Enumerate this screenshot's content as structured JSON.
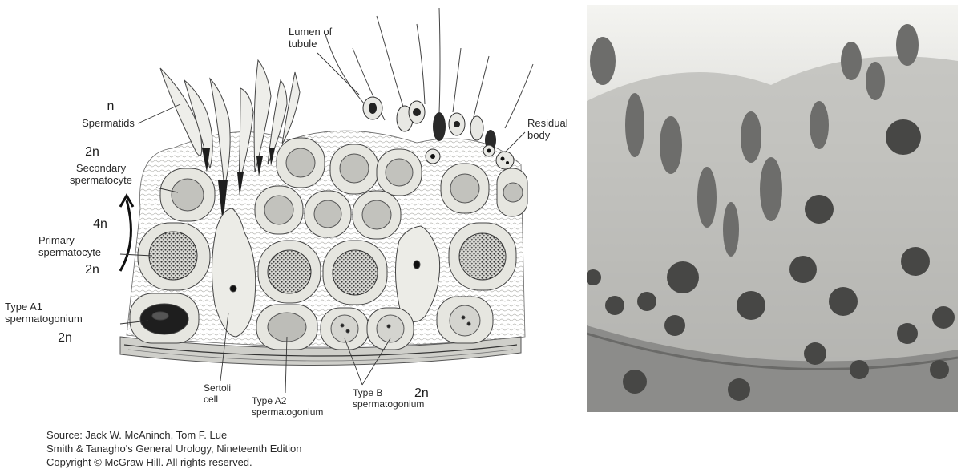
{
  "diagram": {
    "lumen_label": "Lumen of\ntubule",
    "residual_label": "Residual\nbody",
    "spermatids": {
      "ploidy": "n",
      "label": "Spermatids"
    },
    "secondary": {
      "ploidy": "2n",
      "label": "Secondary\nspermatocyte"
    },
    "primary": {
      "ploidy_top": "4n",
      "label": "Primary\nspermatocyte",
      "ploidy_bottom": "2n"
    },
    "type_a1": {
      "label": "Type A1\nspermatogonium",
      "ploidy": "2n"
    },
    "sertoli": "Sertoli\ncell",
    "type_a2": "Type A2\nspermatogonium",
    "type_b": {
      "label": "Type B\nspermatogonium",
      "ploidy": "2n"
    }
  },
  "source": {
    "line1": "Source: Jack W. McAninch, Tom F. Lue",
    "line2": "Smith & Tanagho's General Urology, Nineteenth Edition",
    "line3": "Copyright © McGraw Hill. All rights reserved."
  },
  "colors": {
    "cell_fill": "#e6e6e0",
    "nucleus_fill": "#bdbdb8",
    "micro_bg": "#f2f2ee",
    "micro_stain": "#6e6e6e"
  }
}
